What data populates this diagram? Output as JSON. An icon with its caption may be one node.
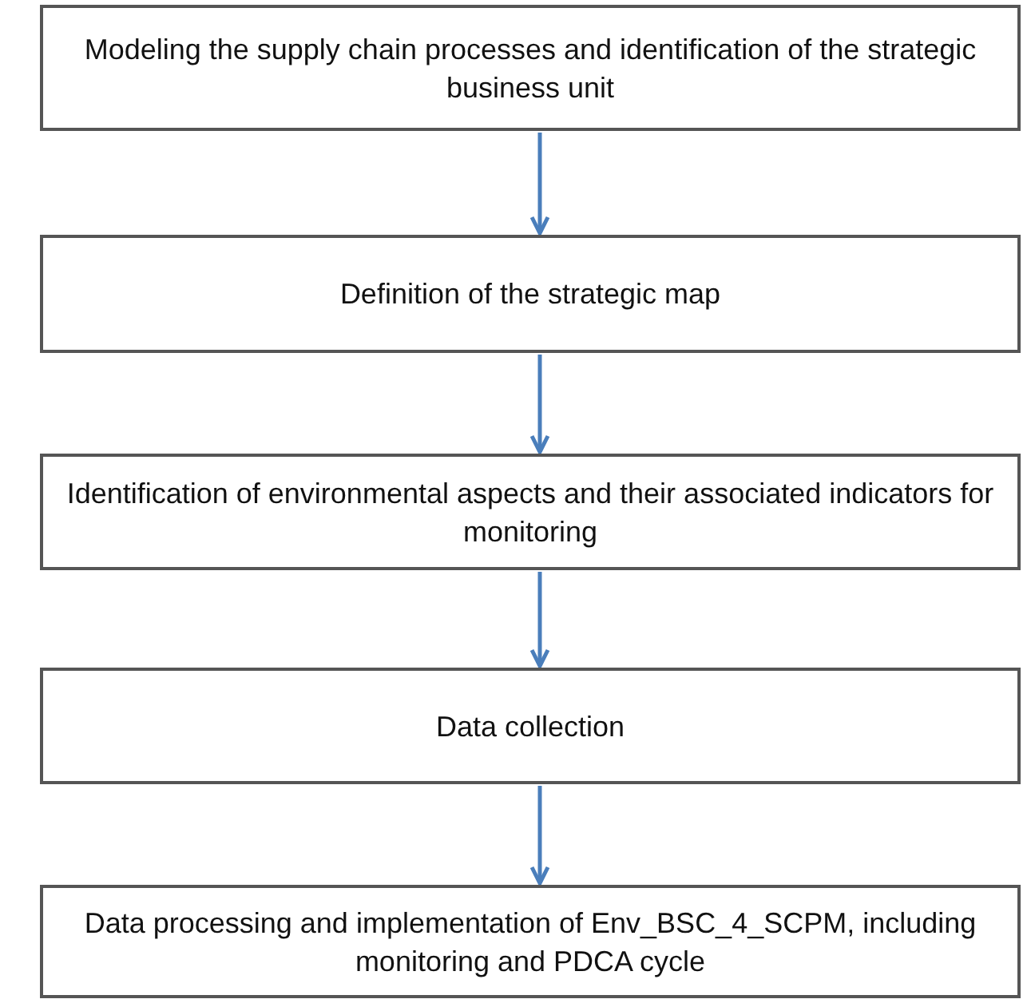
{
  "diagram": {
    "nodes": [
      {
        "text": [
          "Modeling the supply chain processes and identification of the strategic business unit"
        ]
      },
      {
        "text": [
          "Definition of the strategic map"
        ]
      },
      {
        "text": [
          "Identification of environmental aspects and their associated indicators for monitoring"
        ]
      },
      {
        "text": [
          "Data collection"
        ]
      },
      {
        "text": [
          "Data processing and implementation of Env_BSC_4_SCPM, including monitoring and PDCA cycle"
        ]
      }
    ],
    "edges": [
      {
        "from": 0,
        "to": 1,
        "arrow": "to"
      },
      {
        "from": 1,
        "to": 2,
        "arrow": "to"
      },
      {
        "from": 2,
        "to": 3,
        "arrow": "to"
      },
      {
        "from": 3,
        "to": 4,
        "arrow": "to"
      }
    ]
  }
}
